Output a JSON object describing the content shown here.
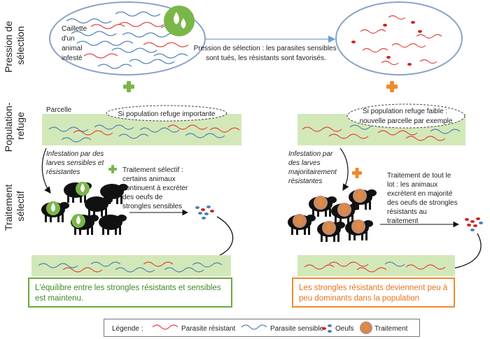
{
  "rows": {
    "row1": [
      "Pression de",
      "sélection"
    ],
    "row2": [
      "Population-",
      "refuge"
    ],
    "row3": [
      "Traitement",
      "sélectif"
    ]
  },
  "top": {
    "left_label": [
      "Caillette",
      "d'un",
      "animal",
      "infesté"
    ],
    "arrow_text": [
      "Pression de sélection : les parasites sensibles",
      "sont tués, les résistants sont favorisés."
    ]
  },
  "parcelle_label": "Parcelle",
  "left": {
    "refuge_bubble": "Si population refuge importante",
    "infestation": [
      "Infestation par des",
      "larves sensibles et",
      "résistantes"
    ],
    "treatment": [
      "Traitement sélectif :",
      "certains animaux",
      "continuent à excréter",
      "des oeufs de",
      "strongles sensibles"
    ],
    "result": "L'équilibre entre les strongles résistants et sensibles est maintenu."
  },
  "right": {
    "refuge_bubble": [
      "Si population refuge faible :",
      "nouvelle parcelle par exemple"
    ],
    "infestation": [
      "Infestation par",
      "des larves",
      "majoritairement",
      "résistantes"
    ],
    "treatment": [
      "Traitement de tout le",
      "lot : les animaux",
      "excrètent en majorité",
      "des oeufs de strongles",
      "résistants au",
      "traitement"
    ],
    "result": "Les strongles résistants deviennent peu à peu dominants dans la population"
  },
  "legend": {
    "title": "Légende :",
    "resistant": "Parasite résistant",
    "sensitive": "Parasite sensible",
    "eggs": "Oeufs",
    "treatment": "Traitement"
  },
  "colors": {
    "resistant": "#e0403a",
    "sensitive": "#4a7fb5",
    "green_plus": "#7ab648",
    "orange_plus": "#f08a2a",
    "pasture": "#d3e8b8",
    "treatment_drop": "#c98a63",
    "selective_drop": "#7ab648"
  },
  "icons": [
    "plus-icon",
    "water-drop-icon",
    "sheep-icon",
    "egg-icon",
    "arrow-icon"
  ]
}
